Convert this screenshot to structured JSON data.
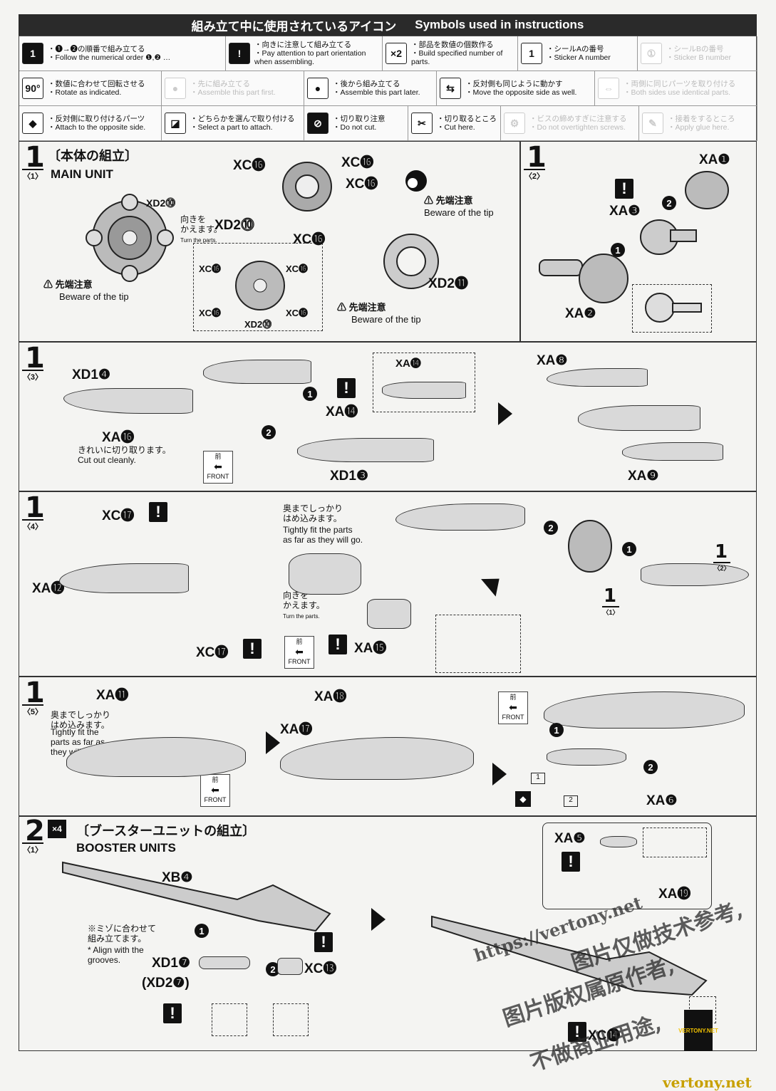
{
  "header": {
    "title_jp": "組み立て中に使用されているアイコン",
    "title_en": "Symbols used in instructions"
  },
  "legend": [
    {
      "icon": "1",
      "jp": "・❶→❷の順番で組み立てる",
      "en": "・Follow the numerical order ❶,❷ …",
      "faded": false
    },
    {
      "icon": "!",
      "jp": "・向きに注意して組み立てる",
      "en": "・Pay attention to part orientation when assembling.",
      "faded": false
    },
    {
      "icon": "×2",
      "jp": "・部品を数値の個数作る",
      "en": "・Build specified number of parts.",
      "faded": false
    },
    {
      "icon": "1",
      "jp": "・シールAの番号",
      "en": "・Sticker A number",
      "faded": false
    },
    {
      "icon": "①",
      "jp": "・シールBの番号",
      "en": "・Sticker B number",
      "faded": true
    },
    {
      "icon": "90°",
      "jp": "・数値に合わせて回転させる",
      "en": "・Rotate as indicated.",
      "faded": false
    },
    {
      "icon": "●",
      "jp": "・先に組み立てる",
      "en": "・Assemble this part first.",
      "faded": true
    },
    {
      "icon": "●",
      "jp": "・後から組み立てる",
      "en": "・Assemble this part later.",
      "faded": false
    },
    {
      "icon": "⇆",
      "jp": "・反対側も同じように動かす",
      "en": "・Move the opposite side as well.",
      "faded": false
    },
    {
      "icon": "⇔",
      "jp": "・両側に同じパーツを取り付ける",
      "en": "・Both sides use identical parts.",
      "faded": true
    },
    {
      "icon": "◆",
      "jp": "・反対側に取り付けるパーツ",
      "en": "・Attach to the opposite side.",
      "faded": false
    },
    {
      "icon": "◪",
      "jp": "・どちらかを選んで取り付ける",
      "en": "・Select a part to attach.",
      "faded": false
    },
    {
      "icon": "⊘",
      "jp": "・切り取り注意",
      "en": "・Do not cut.",
      "faded": false
    },
    {
      "icon": "✂",
      "jp": "・切り取るところ",
      "en": "・Cut here.",
      "faded": false
    },
    {
      "icon": "⚙",
      "jp": "・ビスの締めすぎに注意する",
      "en": "・Do not overtighten screws.",
      "faded": true
    },
    {
      "icon": "✎",
      "jp": "・接着をするところ",
      "en": "・Apply glue here.",
      "faded": true
    }
  ],
  "steps": {
    "s1_1": {
      "num": "1",
      "sub": "〈1〉",
      "title_jp": "〔本体の組立〕",
      "title_en": "MAIN UNIT",
      "labels": [
        "XC⓰",
        "XC⓰",
        "XC⓰",
        "XD2⓾",
        "XC⓰",
        "XD2⓾",
        "XD2⓫",
        "XC⓰",
        "XC⓰",
        "XC⓰",
        "XC⓰",
        "XD2⓾"
      ],
      "turn_jp": "向きを\nかえます。",
      "turn_en": "Turn the parts.",
      "beware_jp": "先端注意",
      "beware_en": "Beware of the tip"
    },
    "s1_2": {
      "num": "1",
      "sub": "〈2〉",
      "labels": [
        "XA❶",
        "XA❸",
        "XA❷"
      ]
    },
    "s1_3": {
      "num": "1",
      "sub": "〈3〉",
      "labels": [
        "XD1❹",
        "XA⓮",
        "XA⓮",
        "XA⓰",
        "XD1❸",
        "XA❽",
        "XA❾"
      ],
      "cut_jp": "きれいに切り取ります。",
      "cut_en": "Cut out cleanly.",
      "front_jp": "前",
      "front_en": "FRONT"
    },
    "s1_4": {
      "num": "1",
      "sub": "〈4〉",
      "labels": [
        "XC⓱",
        "XA⓬",
        "XC⓱",
        "XA⓯"
      ],
      "fit_jp": "奥までしっかり\nはめ込みます。",
      "fit_en": "Tightly fit the parts\nas far as they will go.",
      "turn_jp": "向きを\nかえます。",
      "turn_en": "Turn the parts.",
      "ref1_num": "1",
      "ref1_sub": "〈2〉",
      "ref2_num": "1",
      "ref2_sub": "〈1〉"
    },
    "s1_5": {
      "num": "1",
      "sub": "〈5〉",
      "labels": [
        "XA⓫",
        "XA⓲",
        "XA⓱",
        "XA❻",
        "XA❺",
        "XA⓳"
      ],
      "fit_jp": "奥までしっかり\nはめ込みます。",
      "fit_en": "Tightly fit the\nparts as far as\nthey will go.",
      "sticker1": "1",
      "sticker2": "2"
    },
    "s2_1": {
      "num": "2",
      "sub": "〈1〉",
      "mult": "×4",
      "title_jp": "〔ブースターユニットの組立〕",
      "title_en": "BOOSTER UNITS",
      "labels": [
        "XB❹",
        "XD1❼",
        "(XD2❼)",
        "XC⓭",
        "XC⓮"
      ],
      "groove_jp": "※ミゾに合わせて\n組み立てます。",
      "groove_en": "* Align with the\ngrooves."
    }
  },
  "watermark": {
    "url": "https://vertony.net",
    "cn1": "图片仅做技术参考,",
    "cn2": "不做商业用途,",
    "cn3": "图片版权属原作者,",
    "footer": "vertony.net",
    "logo": "VERTONY.NET"
  }
}
